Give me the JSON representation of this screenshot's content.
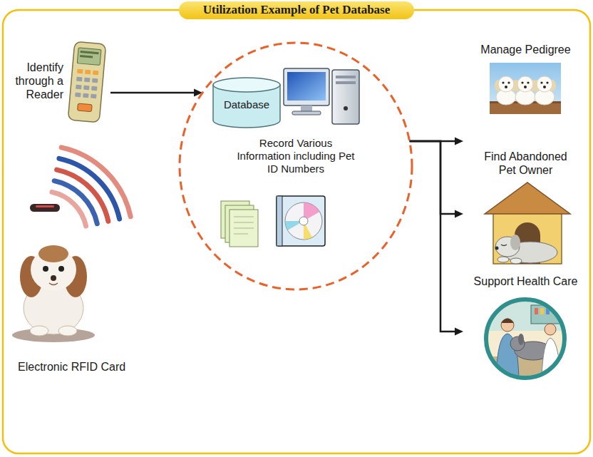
{
  "diagram": {
    "title": "Utilization Example of Pet Database",
    "nodes": [
      {
        "text": [
          "Identify through a Reader"
        ]
      },
      {
        "text": [
          "Record Various Information including Pet ID Numbers"
        ]
      },
      {
        "text": [
          "Database"
        ],
        "in": 1
      },
      {
        "text": [
          "Manage Pedigree"
        ]
      },
      {
        "text": [
          "Find Abandoned Pet Owner"
        ]
      },
      {
        "text": [
          "Support Health Care"
        ]
      }
    ],
    "edges": [
      {
        "from": 0,
        "to": 1,
        "arrow": "to"
      },
      {
        "from": 1,
        "to": 3,
        "arrow": "to"
      },
      {
        "from": 1,
        "to": 4,
        "arrow": "to"
      },
      {
        "from": 1,
        "to": 5,
        "arrow": "to"
      }
    ],
    "labels": [
      "Electronic RFID Card"
    ]
  }
}
